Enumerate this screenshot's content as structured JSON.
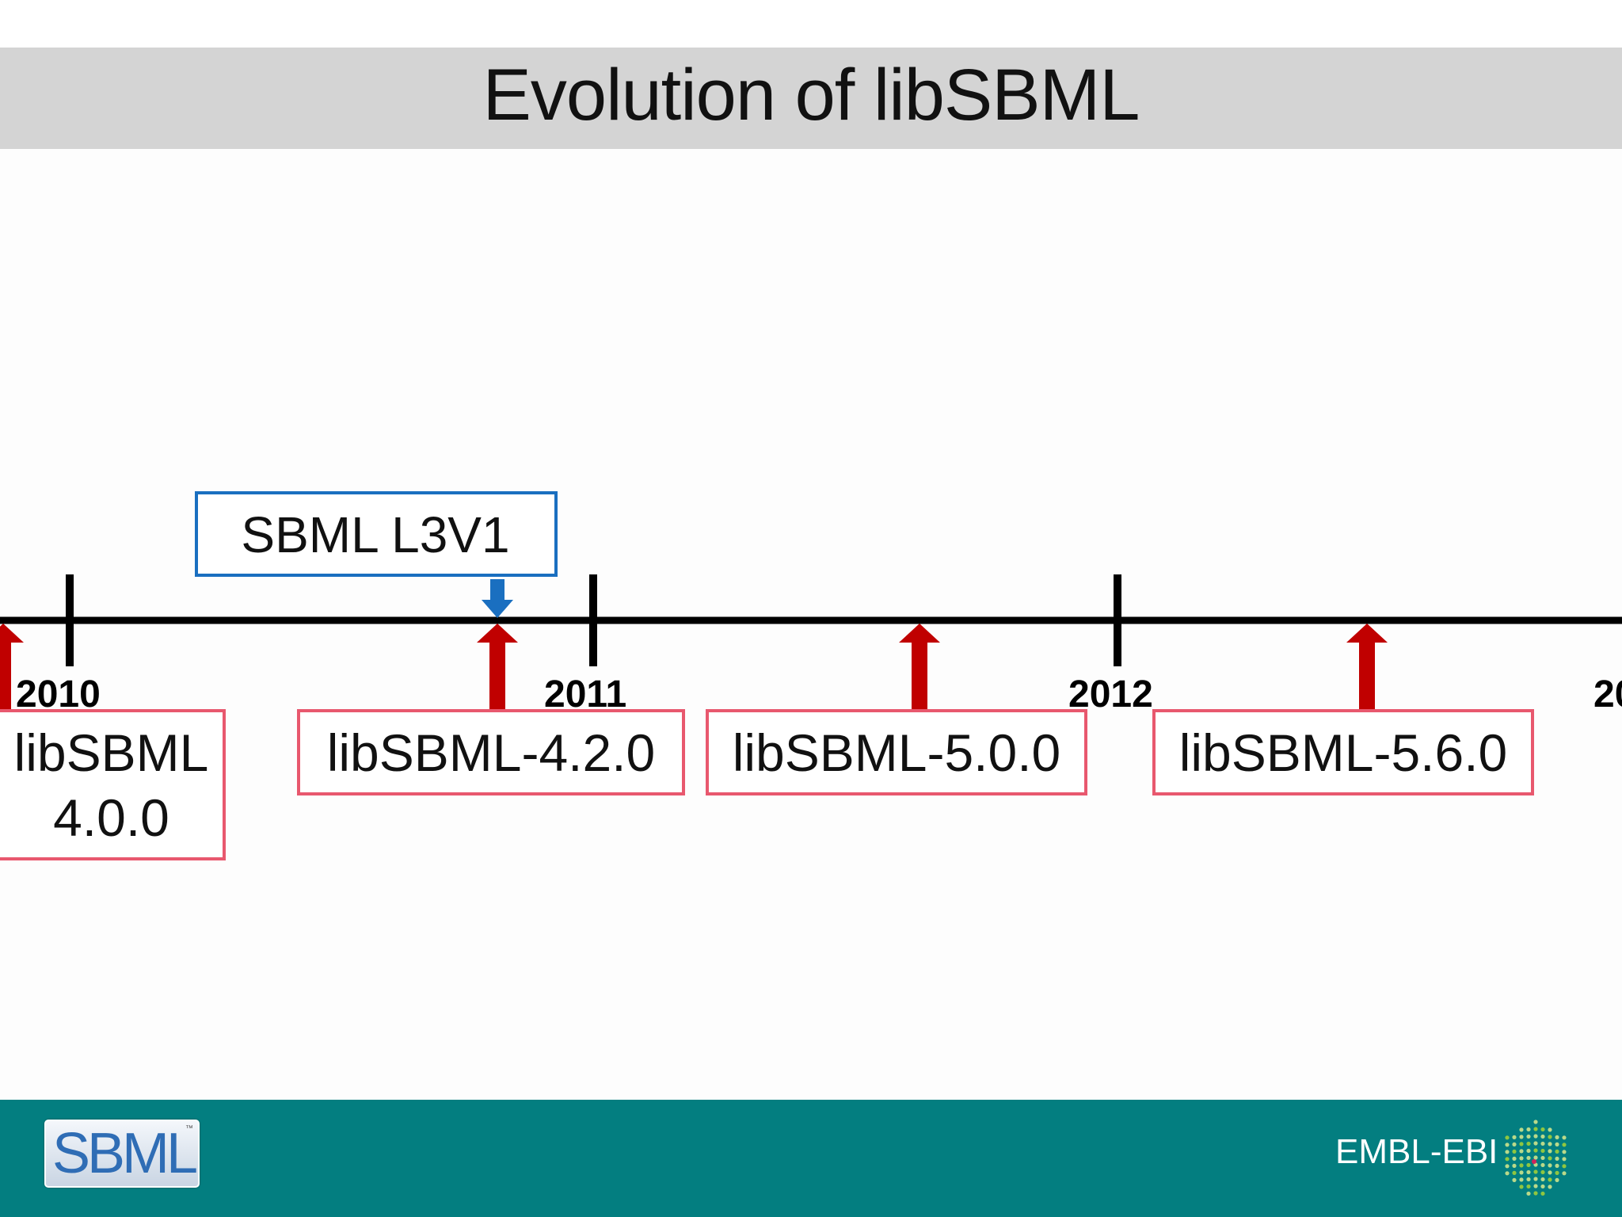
{
  "slide": {
    "title": "Evolution of libSBML"
  },
  "timeline": {
    "years": [
      "2010",
      "2011",
      "2012",
      "20"
    ],
    "spec_release": {
      "label": "SBML L3V1",
      "color": "#1a6fc0"
    },
    "releases": [
      {
        "lines": [
          "libSBML",
          "4.0.0"
        ]
      },
      {
        "lines": [
          "libSBML-4.2.0"
        ]
      },
      {
        "lines": [
          "libSBML-5.0.0"
        ]
      },
      {
        "lines": [
          "libSBML-5.6.0"
        ]
      }
    ],
    "release_color": "#c00000",
    "release_box_color": "#e8586e"
  },
  "footer": {
    "logo_text": "SBML",
    "logo_tm": "™",
    "org_text": "EMBL-EBI",
    "icon": "embl-ebi-hexagon-icon"
  }
}
